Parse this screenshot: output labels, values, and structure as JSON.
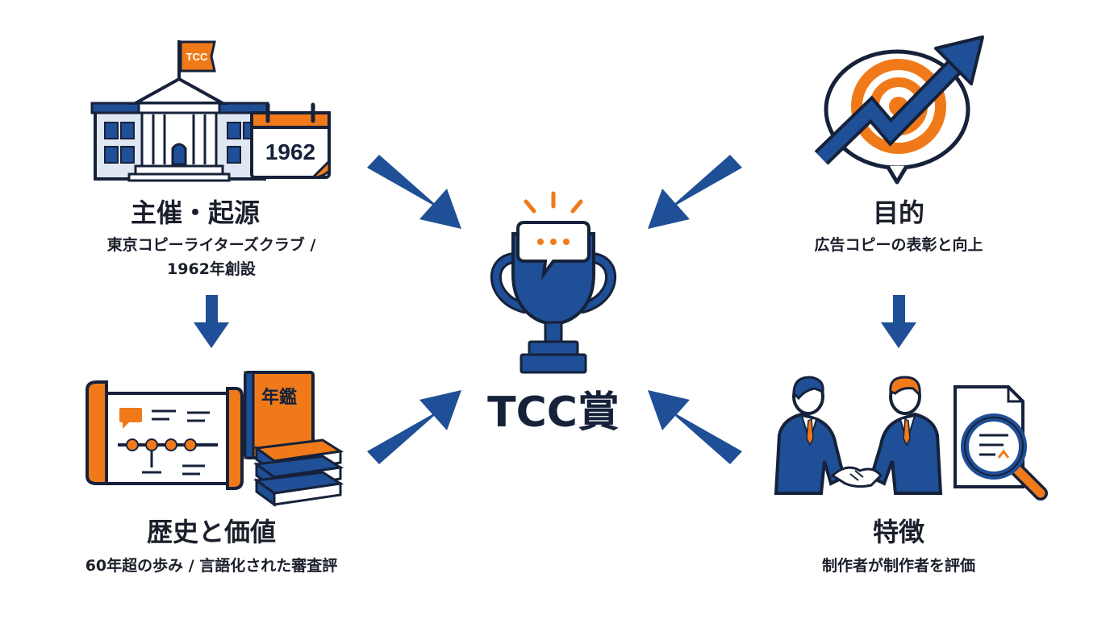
{
  "center": {
    "title": "TCC賞",
    "trophy_icon": "trophy-speech-bubble-icon"
  },
  "nodes": {
    "origin": {
      "title": "主催・起源",
      "desc_line1": "東京コピーライターズクラブ /",
      "desc_line2": "1962年創設",
      "flag_text": "TCC",
      "calendar_year": "1962",
      "icon": "building-calendar-icon"
    },
    "purpose": {
      "title": "目的",
      "desc": "広告コピーの表彰と向上",
      "icon": "target-growth-arrow-icon"
    },
    "history": {
      "title": "歴史と価値",
      "desc": "60年超の歩み / 言語化された審査評",
      "book_text": "年鑑",
      "icon": "timeline-scroll-books-icon"
    },
    "feature": {
      "title": "特徴",
      "desc": "制作者が制作者を評価",
      "icon": "handshake-magnifier-icon"
    }
  },
  "colors": {
    "blue": "#1f4f96",
    "navy": "#16213a",
    "orange": "#f07a1a"
  }
}
